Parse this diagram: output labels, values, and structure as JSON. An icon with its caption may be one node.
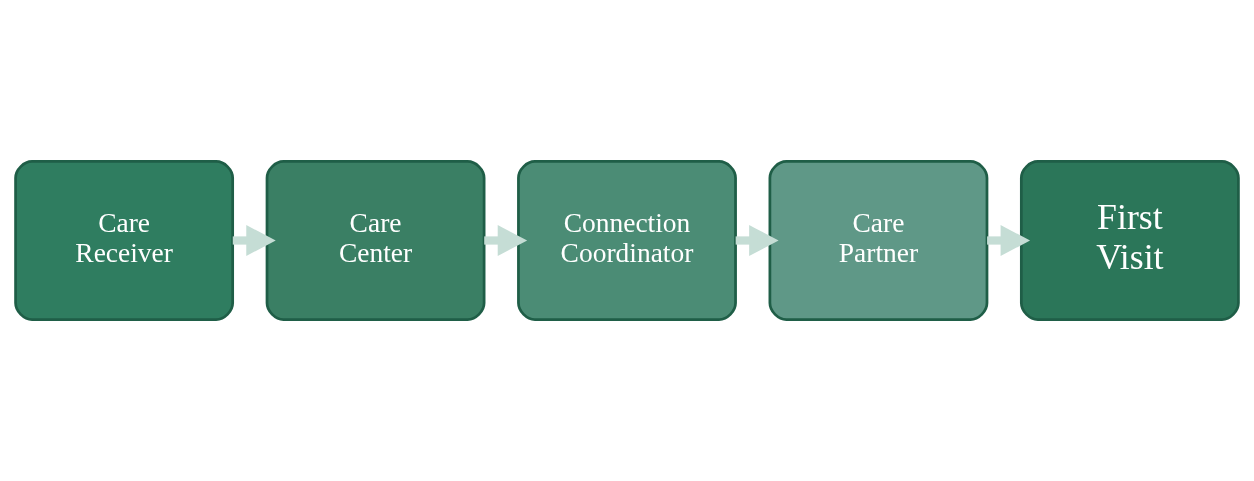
{
  "diagram": {
    "nodes": [
      {
        "text": [
          "Care Receiver"
        ]
      },
      {
        "text": [
          "Care Center"
        ]
      },
      {
        "text": [
          "Connection Coordinator"
        ]
      },
      {
        "text": [
          "Care Partner"
        ]
      },
      {
        "text": [
          "First Visit"
        ]
      }
    ],
    "edges": [
      {
        "from": 0,
        "to": 1,
        "arrow": "to"
      },
      {
        "from": 1,
        "to": 2,
        "arrow": "to"
      },
      {
        "from": 2,
        "to": 3,
        "arrow": "to"
      },
      {
        "from": 3,
        "to": 4,
        "arrow": "to"
      }
    ]
  }
}
